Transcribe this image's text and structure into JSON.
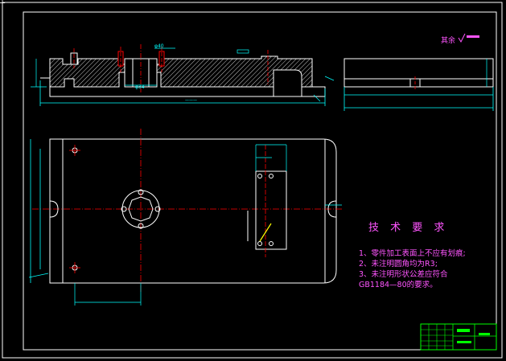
{
  "drawing": {
    "roughness_note": "其余",
    "tech_requirements": {
      "title": "技 术 要 求",
      "items": [
        "1、零件加工表面上不应有划痕;",
        "2、未注明圆角均为R3;",
        "3、未注明形状公差应符合",
        "GB1184—80的要求。"
      ]
    },
    "dimensions": {
      "hole_dia_a": "φ40",
      "hole_dia_b": "φ34"
    }
  },
  "colors": {
    "background": "#000000",
    "frame": "#ffffff",
    "outline": "#ffffff",
    "dimension": "#00ffff",
    "centerline": "#ff0000",
    "hatch": "#ffffff",
    "note": "#ff55ff",
    "title_block": "#00ff00",
    "leader": "#ffff00"
  }
}
